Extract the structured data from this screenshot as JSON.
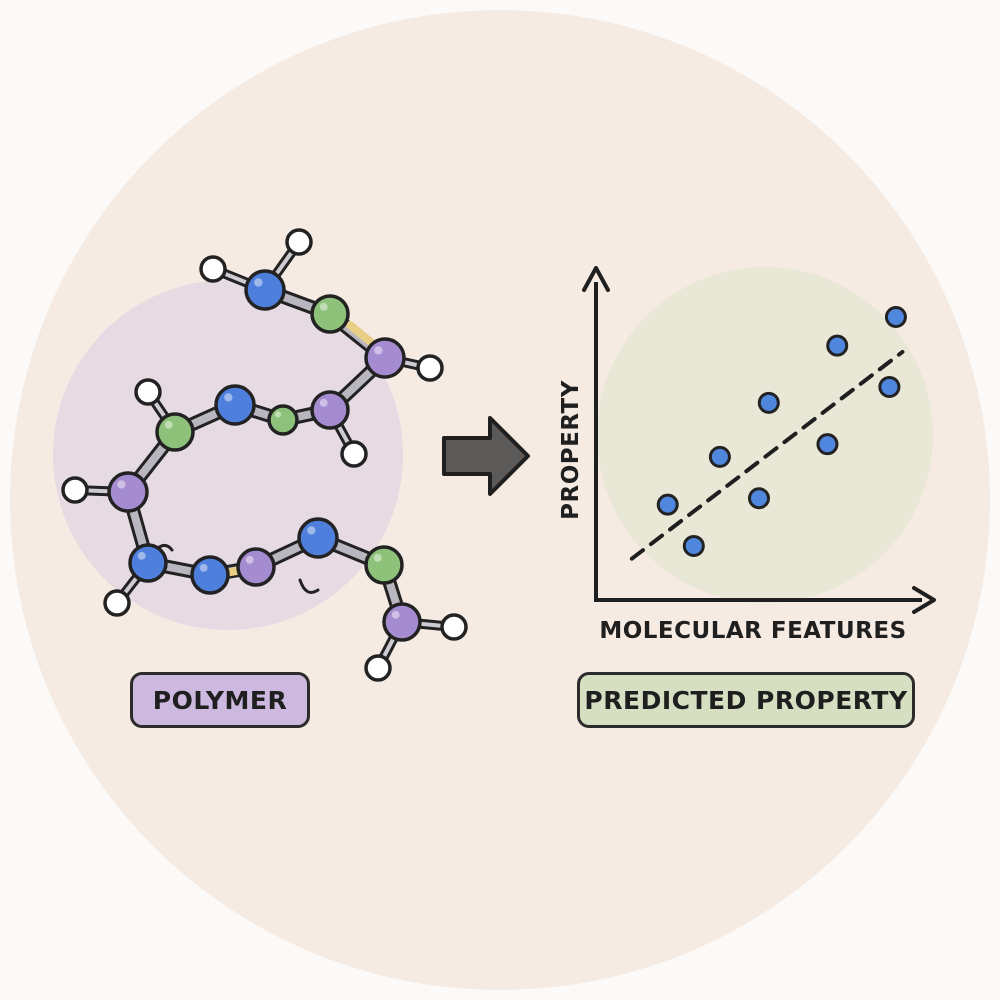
{
  "colors": {
    "background_circle": "#f5ebe3",
    "polymer_halo": "#e6dbe3",
    "chart_halo": "#e9e7d6",
    "atom_blue": "#4f7fdc",
    "atom_green": "#8ec27a",
    "atom_purple": "#a58bd0",
    "atom_white": "#ffffff",
    "bond_yellow": "#e9cf86",
    "outline": "#222222",
    "arrow": "#5c5a58",
    "point": "#4f86de",
    "polymer_pill": "#cdb8e0",
    "property_pill": "#d6dfc2"
  },
  "polymer": {
    "label": "POLYMER",
    "icon": "polymer-molecule-icon"
  },
  "arrow": {
    "icon": "right-arrow-icon"
  },
  "output": {
    "label": "PREDICTED PROPERTY"
  },
  "chart_data": {
    "type": "scatter",
    "xlabel": "MOLECULAR FEATURES",
    "ylabel": "PROPERTY",
    "xlim": [
      0,
      10
    ],
    "ylim": [
      0,
      10
    ],
    "grid": false,
    "tick_labels": false,
    "trend_line": {
      "style": "dashed",
      "from": [
        1.1,
        1.3
      ],
      "to": [
        9.4,
        7.8
      ]
    },
    "points": [
      {
        "x": 2.2,
        "y": 3.0
      },
      {
        "x": 3.0,
        "y": 1.7
      },
      {
        "x": 3.8,
        "y": 4.5
      },
      {
        "x": 5.0,
        "y": 3.2
      },
      {
        "x": 5.3,
        "y": 6.2
      },
      {
        "x": 7.1,
        "y": 4.9
      },
      {
        "x": 7.4,
        "y": 8.0
      },
      {
        "x": 9.0,
        "y": 6.7
      },
      {
        "x": 9.2,
        "y": 8.9
      }
    ]
  }
}
